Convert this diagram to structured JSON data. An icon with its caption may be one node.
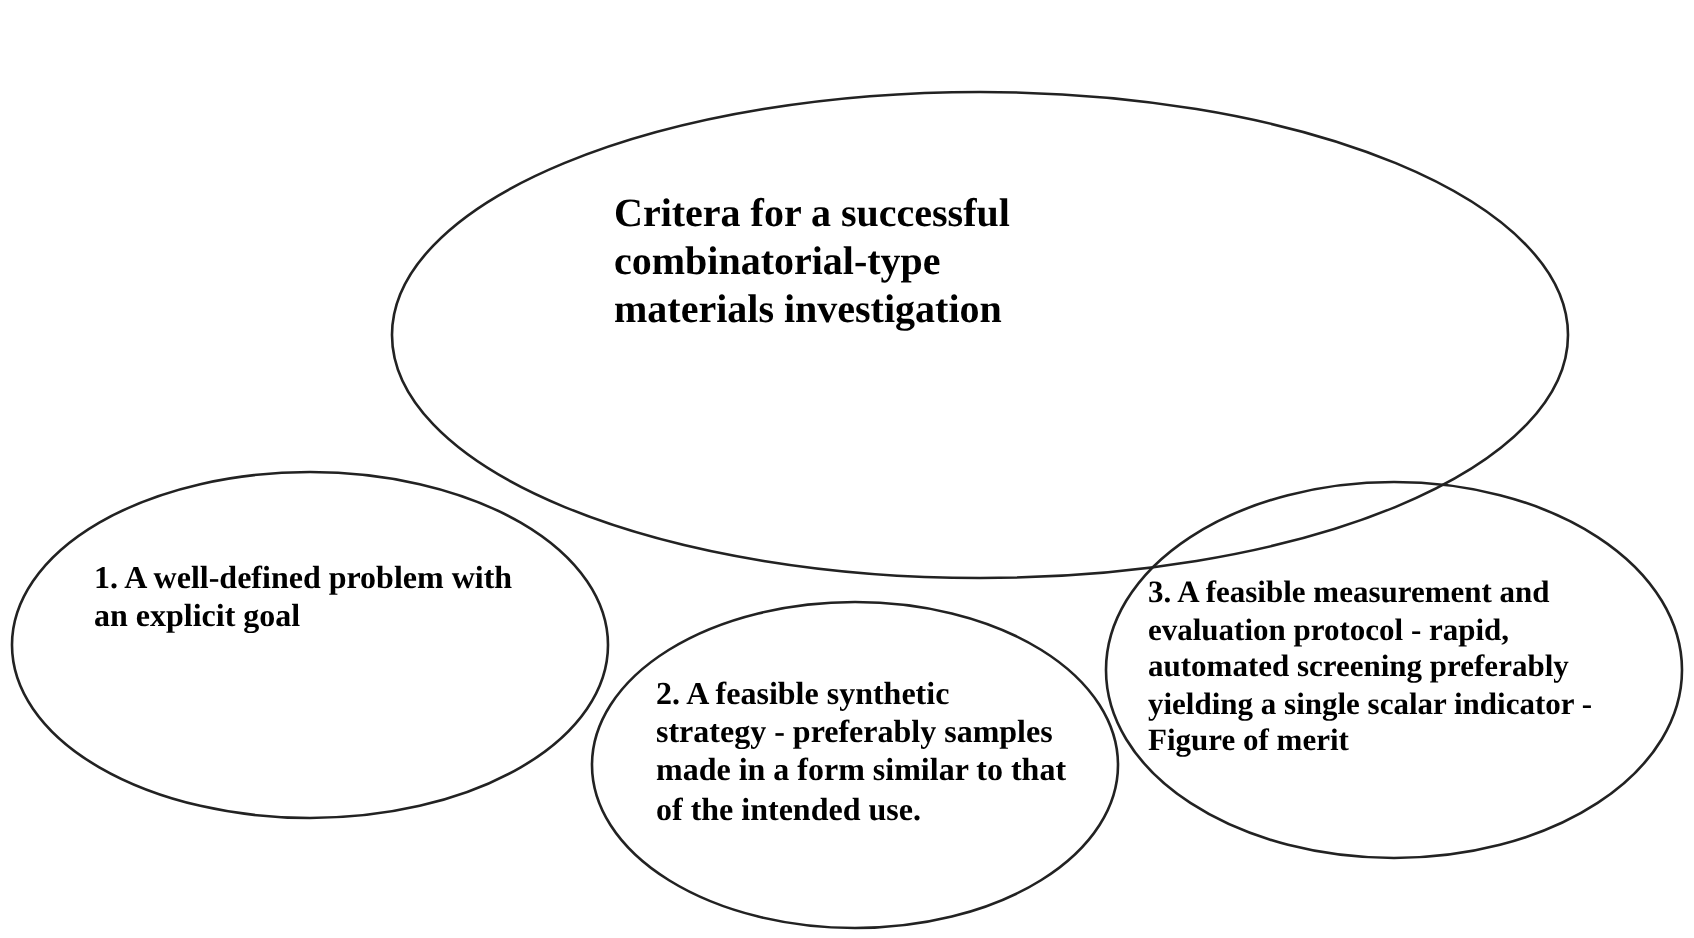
{
  "diagram": {
    "nodes": [
      {
        "text": [
          "Critera for a successful combinatorial-type materials investigation"
        ]
      },
      {
        "text": [
          "1. A well-defined problem with an explicit goal"
        ]
      },
      {
        "text": [
          "2. A feasible synthetic strategy - preferably samples made in a form similar to that of the intended use."
        ]
      },
      {
        "text": [
          "3. A feasible measurement and evaluation protocol - rapid, automated screening preferably yielding a single scalar indicator - Figure of merit"
        ]
      }
    ]
  }
}
